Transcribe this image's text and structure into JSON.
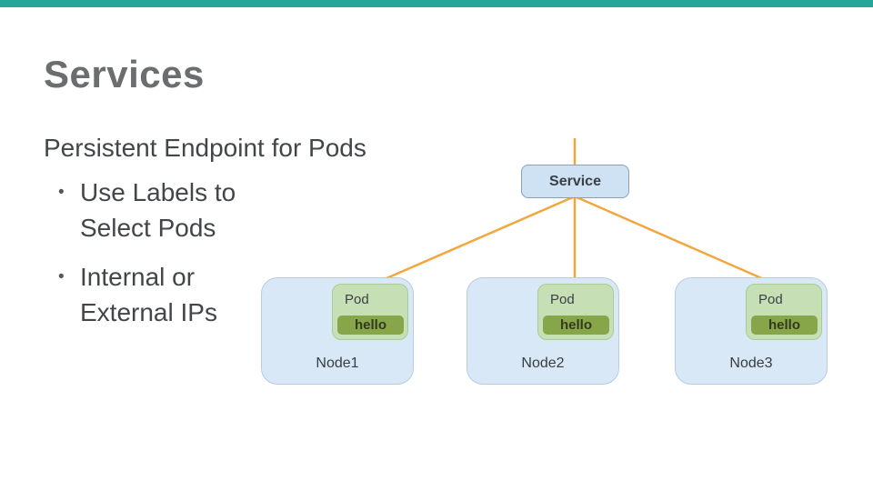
{
  "slide": {
    "title": "Services",
    "subtitle": "Persistent Endpoint for Pods",
    "bullet_marker": "•",
    "bullets": [
      {
        "line1": "Use Labels to",
        "line2": "Select Pods"
      },
      {
        "line1": "Internal or",
        "line2": "External IPs"
      }
    ]
  },
  "diagram": {
    "service": {
      "label": "Service"
    },
    "nodes": [
      {
        "label": "Node1",
        "pod": {
          "label": "Pod",
          "badge": "hello"
        }
      },
      {
        "label": "Node2",
        "pod": {
          "label": "Pod",
          "badge": "hello"
        }
      },
      {
        "label": "Node3",
        "pod": {
          "label": "Pod",
          "badge": "hello"
        }
      }
    ],
    "edges": [
      "uplink-to-service",
      "service-to-node1-pod",
      "service-to-node2-pod",
      "service-to-node3-pod"
    ]
  },
  "colors": {
    "top_bar": "#26A69A",
    "connector_line": "#F2A63C",
    "title_text": "#6B6D6F",
    "body_text": "#434649",
    "service_fill": "#CEE2F4",
    "service_border": "#8CA0B4",
    "node_fill": "#D9E8F6",
    "node_border": "#B8CCE0",
    "pod_fill": "#C6DFB4",
    "pod_border": "#A9CC94",
    "badge_fill": "#87A549",
    "badge_text": "#333B1E"
  }
}
